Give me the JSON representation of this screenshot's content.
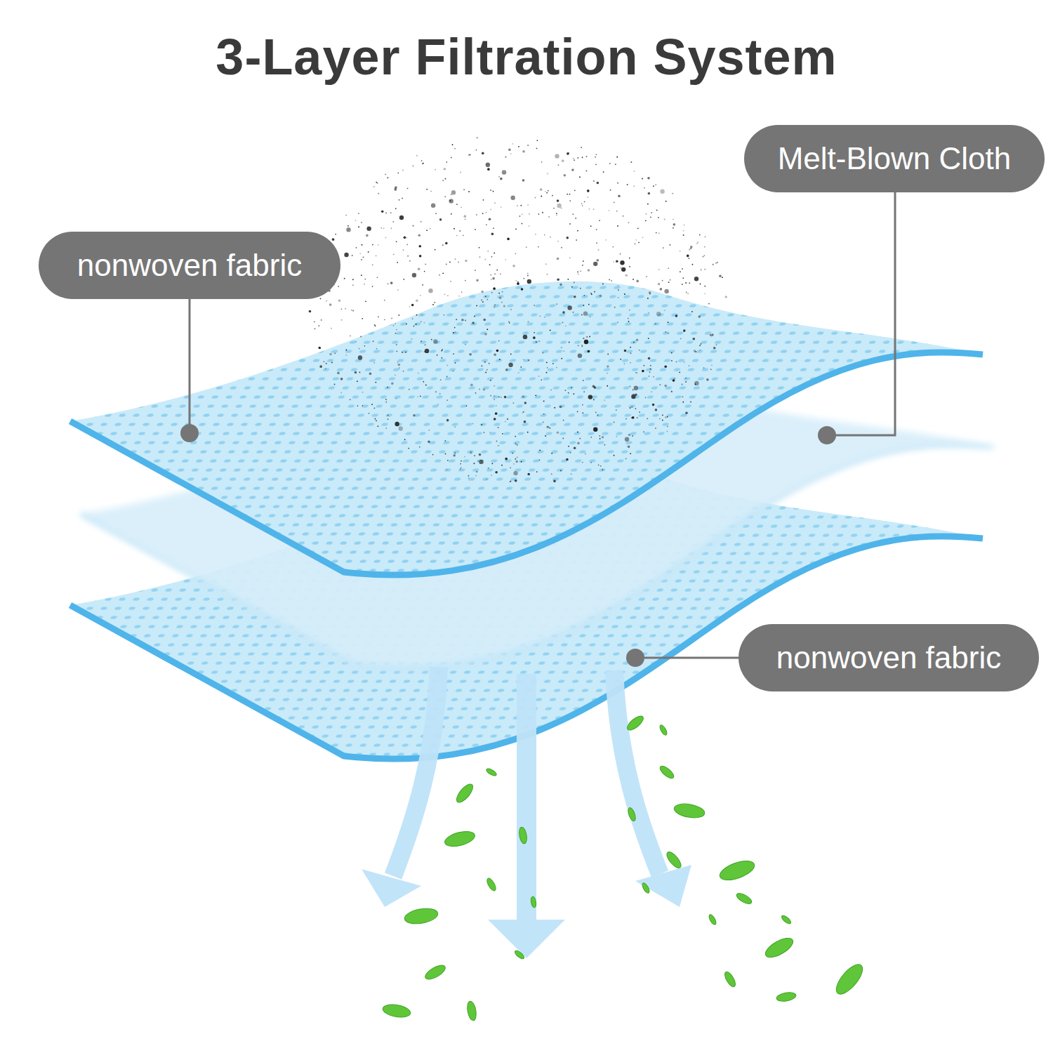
{
  "diagram": {
    "title": "3-Layer Filtration System",
    "nodes": [
      {
        "text": [
          "Melt-Blown Cloth"
        ]
      },
      {
        "text": [
          "nonwoven fabric"
        ]
      },
      {
        "text": [
          "nonwoven fabric"
        ]
      }
    ]
  }
}
